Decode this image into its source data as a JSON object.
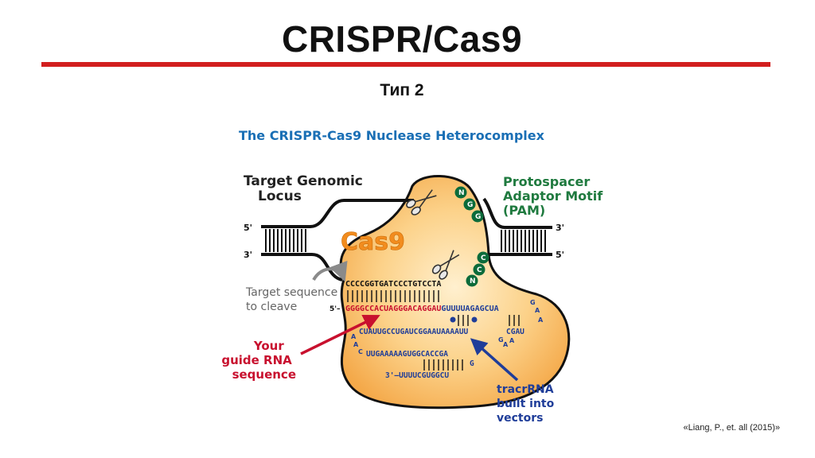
{
  "slide": {
    "title": "CRISPR/Cas9",
    "subtitle": "Тип 2",
    "citation": "«Liang, P., et. all (2015)»"
  },
  "figure": {
    "heading": "The CRISPR-Cas9 Nuclease Heterocomplex",
    "cas9_label": "Cas9",
    "target_locus": [
      "Target Genomic",
      "Locus"
    ],
    "pam": [
      "Protospacer",
      "Adaptor Motif",
      "(PAM)"
    ],
    "target_cleave": [
      "Target sequence",
      "to cleave"
    ],
    "guide_rna": [
      "Your",
      "guide RNA",
      "sequence"
    ],
    "tracr_rna": [
      "tracrRNA",
      "built into",
      "vectors"
    ],
    "strand_ends": {
      "left_top": "5'",
      "left_bottom": "3'",
      "right_top": "3'",
      "right_bottom": "5'"
    },
    "pam_top_beads": [
      "N",
      "G",
      "G"
    ],
    "pam_bottom_beads": [
      "C",
      "C",
      "N"
    ],
    "seq_target": "CCCCGGTGATCCCTGTCCTA",
    "seq_guide_5p": "5'–",
    "seq_guide_red": "GGGGCCACUAGGGACAGGAU",
    "seq_guide_blue": "GUUUUAGAGCUA",
    "loop1": [
      "G",
      "A",
      "A"
    ],
    "seq_row3": "CUAUUGCCUGAUCGGAAUAAAAUU",
    "seq_row3_tail": "CGAU",
    "loop2": [
      "G",
      "A",
      "A"
    ],
    "left_loop": [
      "A",
      "A",
      "C"
    ],
    "seq_row4": "UUGAAAAAGUGGCACCGA",
    "seq_row4_tail": "G",
    "seq_row5": "3'—UUUUCGUGGCU",
    "colors": {
      "accent_red": "#d21f1f",
      "heading_blue": "#1a6fb5",
      "cas9_orange": "#f28c1e",
      "body_fill": "#fbb85a",
      "pam_green": "#1f7a3f",
      "bead_green": "#0b6b3a",
      "guide_red": "#c8102e",
      "rna_blue": "#1f3d99"
    }
  }
}
